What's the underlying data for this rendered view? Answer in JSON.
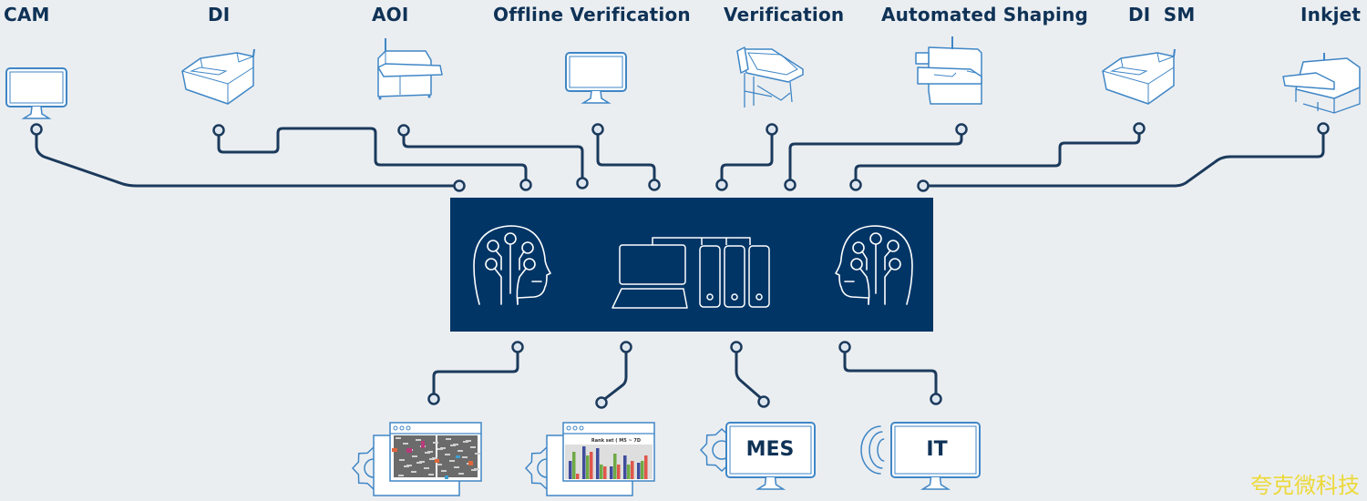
{
  "diagram": {
    "colors": {
      "background": "#ebeef1",
      "hub_fill": "#003566",
      "connector": "#1b3a5c",
      "icon_stroke": "#3f86c6",
      "hub_icon_stroke": "#ffffff",
      "label": "#0f3256",
      "watermark": "#ecd93a"
    },
    "top_nodes": [
      {
        "id": "cam",
        "label": "CAM",
        "icon": "monitor-icon"
      },
      {
        "id": "di",
        "label": "DI",
        "icon": "di-machine-icon"
      },
      {
        "id": "aoi",
        "label": "AOI",
        "icon": "aoi-machine-icon"
      },
      {
        "id": "offline-verification",
        "label": "Offline Verification",
        "icon": "monitor-icon"
      },
      {
        "id": "verification",
        "label": "Verification",
        "icon": "verification-station-icon"
      },
      {
        "id": "automated-shaping",
        "label": "Automated Shaping",
        "icon": "shaping-machine-icon"
      },
      {
        "id": "di-sm",
        "label": "DI  SM",
        "icon": "di-sm-machine-icon"
      },
      {
        "id": "inkjet",
        "label": "Inkjet",
        "icon": "inkjet-machine-icon"
      }
    ],
    "hub": {
      "icons": [
        "ai-head-right-icon",
        "computer-server-icon",
        "ai-head-left-icon"
      ]
    },
    "bottom_nodes": [
      {
        "id": "pcb-viewer",
        "icon": "pcb-image-window-icon"
      },
      {
        "id": "analytics",
        "icon": "bar-chart-window-icon",
        "chart_title": "Rank set ( M5 ~ 7D"
      },
      {
        "id": "mes",
        "label": "MES",
        "icon": "mes-monitor-icon"
      },
      {
        "id": "it",
        "label": "IT",
        "icon": "it-monitor-icon"
      }
    ],
    "watermark": "夸克微科技"
  }
}
